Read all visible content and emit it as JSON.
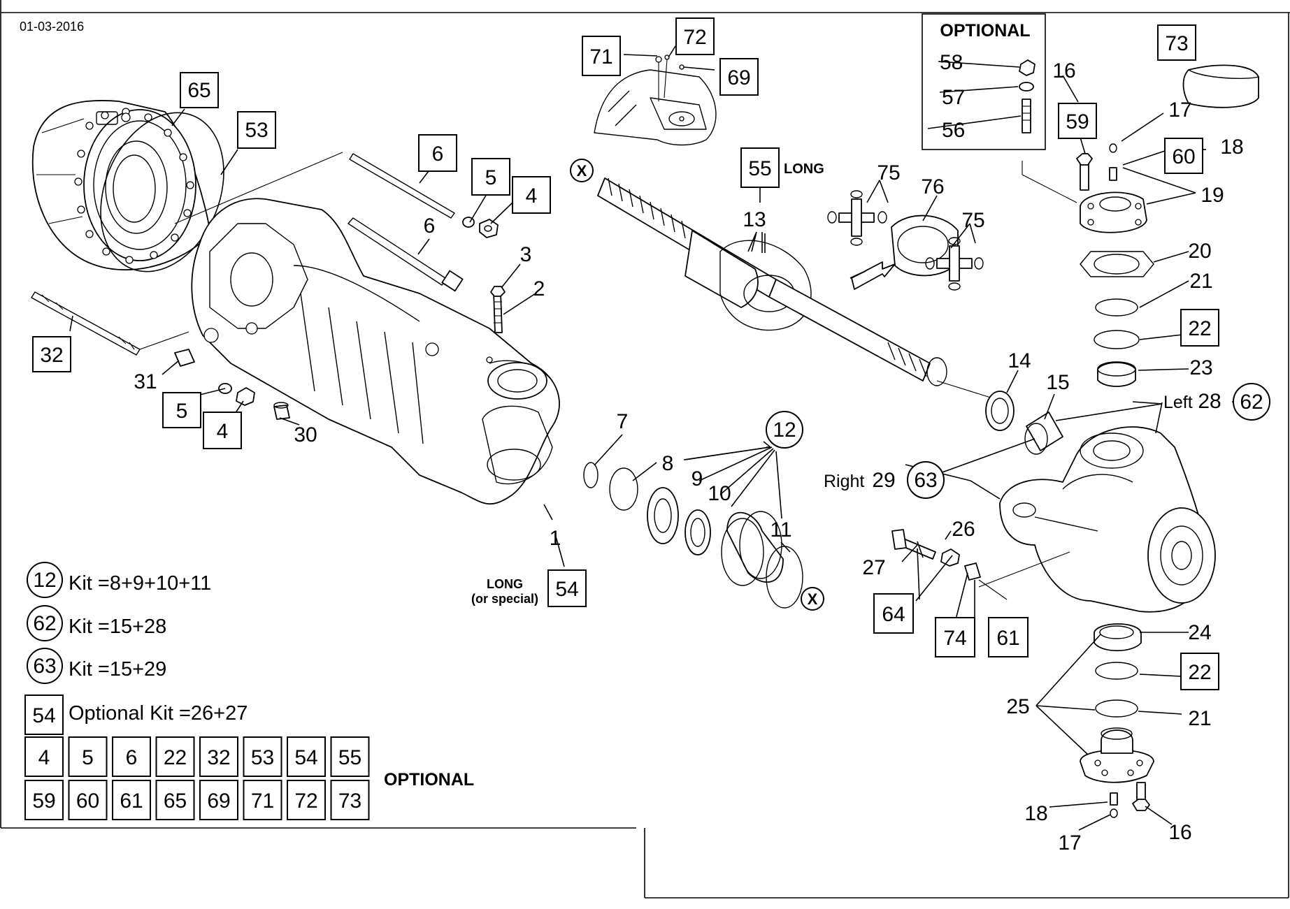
{
  "date": "01-03-2016",
  "callouts": {
    "c1": "1",
    "c2": "2",
    "c3": "3",
    "c4a": "4",
    "c5a": "5",
    "c6a": "6",
    "c6b": "6",
    "c7": "7",
    "c8": "8",
    "c9": "9",
    "c10": "10",
    "c11": "11",
    "c13": "13",
    "c14": "14",
    "c15": "15",
    "c16a": "16",
    "c16b": "16",
    "c17a": "17",
    "c17b": "17",
    "c18a": "18",
    "c18b": "18",
    "c19": "19",
    "c20": "20",
    "c21a": "21",
    "c21b": "21",
    "c23": "23",
    "c24": "24",
    "c25": "25",
    "c26": "26",
    "c27": "27",
    "c30": "30",
    "c31": "31",
    "c56": "56",
    "c57": "57",
    "c58": "58",
    "c75a": "75",
    "c75b": "75",
    "c76": "76"
  },
  "boxes": {
    "b4a": "4",
    "b5a": "5",
    "b4b": "4",
    "b5b": "5",
    "b6": "6",
    "b22a": "22",
    "b22b": "22",
    "b32": "32",
    "b53": "53",
    "b54": "54",
    "b55": "55",
    "b59": "59",
    "b60": "60",
    "b61": "61",
    "b64": "64",
    "b65": "65",
    "b69": "69",
    "b71": "71",
    "b72": "72",
    "b73": "73",
    "b74": "74"
  },
  "circles": {
    "k12": "12",
    "k62": "62",
    "k63": "63"
  },
  "labels": {
    "long55": "LONG",
    "optional_box_title": "OPTIONAL",
    "long54_line1": "LONG",
    "long54_line2": "(or special)",
    "left": "Left",
    "left_num": "28",
    "right": "Right",
    "right_num": "29",
    "x_marker": "X"
  },
  "legend": {
    "kits": [
      {
        "id": "12",
        "shape": "circle",
        "text": "Kit =8+9+10+11"
      },
      {
        "id": "62",
        "shape": "circle",
        "text": "Kit =15+28"
      },
      {
        "id": "63",
        "shape": "circle",
        "text": "Kit =15+29"
      },
      {
        "id": "54",
        "shape": "square",
        "text": "Optional Kit =26+27"
      }
    ],
    "optional_label": "OPTIONAL",
    "optional_row1": [
      "4",
      "5",
      "6",
      "22",
      "32",
      "53",
      "54",
      "55"
    ],
    "optional_row2": [
      "59",
      "60",
      "61",
      "65",
      "69",
      "71",
      "72",
      "73"
    ]
  }
}
